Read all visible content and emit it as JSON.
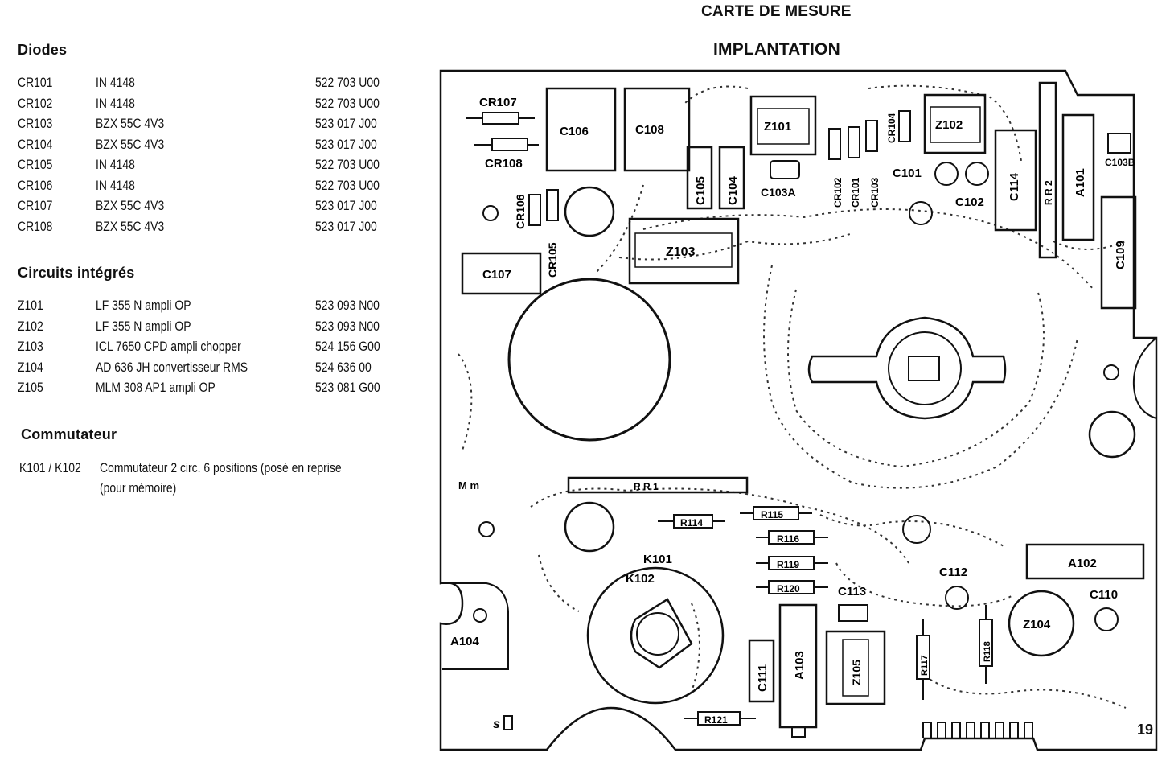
{
  "page": {
    "title": "CARTE DE MESURE",
    "subtitle": "IMPLANTATION",
    "page_number": "19"
  },
  "diodes": {
    "heading": "Diodes",
    "items": [
      {
        "ref": "CR101",
        "type": "IN 4148",
        "code": "522 703 U00"
      },
      {
        "ref": "CR102",
        "type": "IN 4148",
        "code": "522 703 U00"
      },
      {
        "ref": "CR103",
        "type": "BZX 55C 4V3",
        "code": "523 017 J00"
      },
      {
        "ref": "CR104",
        "type": "BZX 55C 4V3",
        "code": "523 017 J00"
      },
      {
        "ref": "CR105",
        "type": "IN 4148",
        "code": "522 703 U00"
      },
      {
        "ref": "CR106",
        "type": "IN 4148",
        "code": "522 703 U00"
      },
      {
        "ref": "CR107",
        "type": "BZX 55C 4V3",
        "code": "523 017 J00"
      },
      {
        "ref": "CR108",
        "type": "BZX 55C 4V3",
        "code": "523 017 J00"
      }
    ]
  },
  "ics": {
    "heading": "Circuits intégrés",
    "items": [
      {
        "ref": "Z101",
        "type": "LF 355 N ampli OP",
        "code": "523 093 N00"
      },
      {
        "ref": "Z102",
        "type": "LF 355 N ampli OP",
        "code": "523 093 N00"
      },
      {
        "ref": "Z103",
        "type": "ICL 7650 CPD ampli chopper",
        "code": "524 156 G00"
      },
      {
        "ref": "Z104",
        "type": "AD 636 JH convertisseur RMS",
        "code": "524 636 00"
      },
      {
        "ref": "Z105",
        "type": "MLM 308 AP1 ampli OP",
        "code": "523 081 G00"
      }
    ]
  },
  "switch": {
    "heading": "Commutateur",
    "ref": "K101 / K102",
    "line1": "Commutateur 2 circ. 6 positions (posé en reprise",
    "line2": "(pour mémoire)"
  },
  "board_labels": {
    "cr107": "CR107",
    "cr108": "CR108",
    "c106": "C106",
    "c108": "C108",
    "c105": "C105",
    "c104": "C104",
    "z101": "Z101",
    "c103a": "C103A",
    "cr102": "CR102",
    "cr101": "CR101",
    "cr103": "CR103",
    "cr104": "CR104",
    "z102": "Z102",
    "c101": "C101",
    "c102": "C102",
    "c114": "C114",
    "rr2": "R R 2",
    "a101": "A101",
    "c103b": "C103B",
    "cr106": "CR106",
    "cr105": "CR105",
    "z103": "Z103",
    "c107": "C107",
    "c109": "C109",
    "mark_m": "M m",
    "rr1": "R R 1",
    "r114": "R114",
    "r115": "R115",
    "r116": "R116",
    "r119": "R119",
    "r120": "R120",
    "k101": "K101",
    "k102": "K102",
    "c113": "C113",
    "c112": "C112",
    "a102": "A102",
    "c110": "C110",
    "z104": "Z104",
    "a104": "A104",
    "c111": "C111",
    "a103": "A103",
    "z105": "Z105",
    "r117": "R117",
    "r118": "R118",
    "r121": "R121",
    "mark_s": "s"
  }
}
